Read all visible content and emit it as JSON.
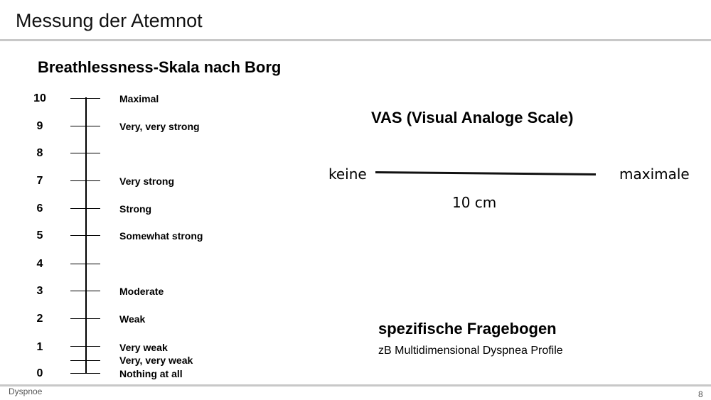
{
  "slide": {
    "title": "Messung der Atemnot",
    "footer_left": "Dyspnoe",
    "page_number": "8"
  },
  "borg": {
    "title": "Breathlessness-Skala nach Borg",
    "levels": [
      {
        "value": "10",
        "label": "Maximal"
      },
      {
        "value": "9",
        "label": "Very, very strong"
      },
      {
        "value": "8",
        "label": ""
      },
      {
        "value": "7",
        "label": "Very strong"
      },
      {
        "value": "6",
        "label": "Strong"
      },
      {
        "value": "5",
        "label": "Somewhat strong"
      },
      {
        "value": "4",
        "label": ""
      },
      {
        "value": "3",
        "label": "Moderate"
      },
      {
        "value": "2",
        "label": "Weak"
      },
      {
        "value": "1",
        "label": "Very weak"
      },
      {
        "value": "0.5",
        "label": "Very, very weak"
      },
      {
        "value": "0",
        "label": "Nothing at all"
      }
    ]
  },
  "vas": {
    "title": "VAS (Visual Analoge Scale)",
    "left_label": "keine",
    "right_label": "maximale",
    "length_label": "10 cm"
  },
  "questionnaire": {
    "title": "spezifische Fragebogen",
    "example": "zB  Multidimensional Dyspnea Profile"
  }
}
